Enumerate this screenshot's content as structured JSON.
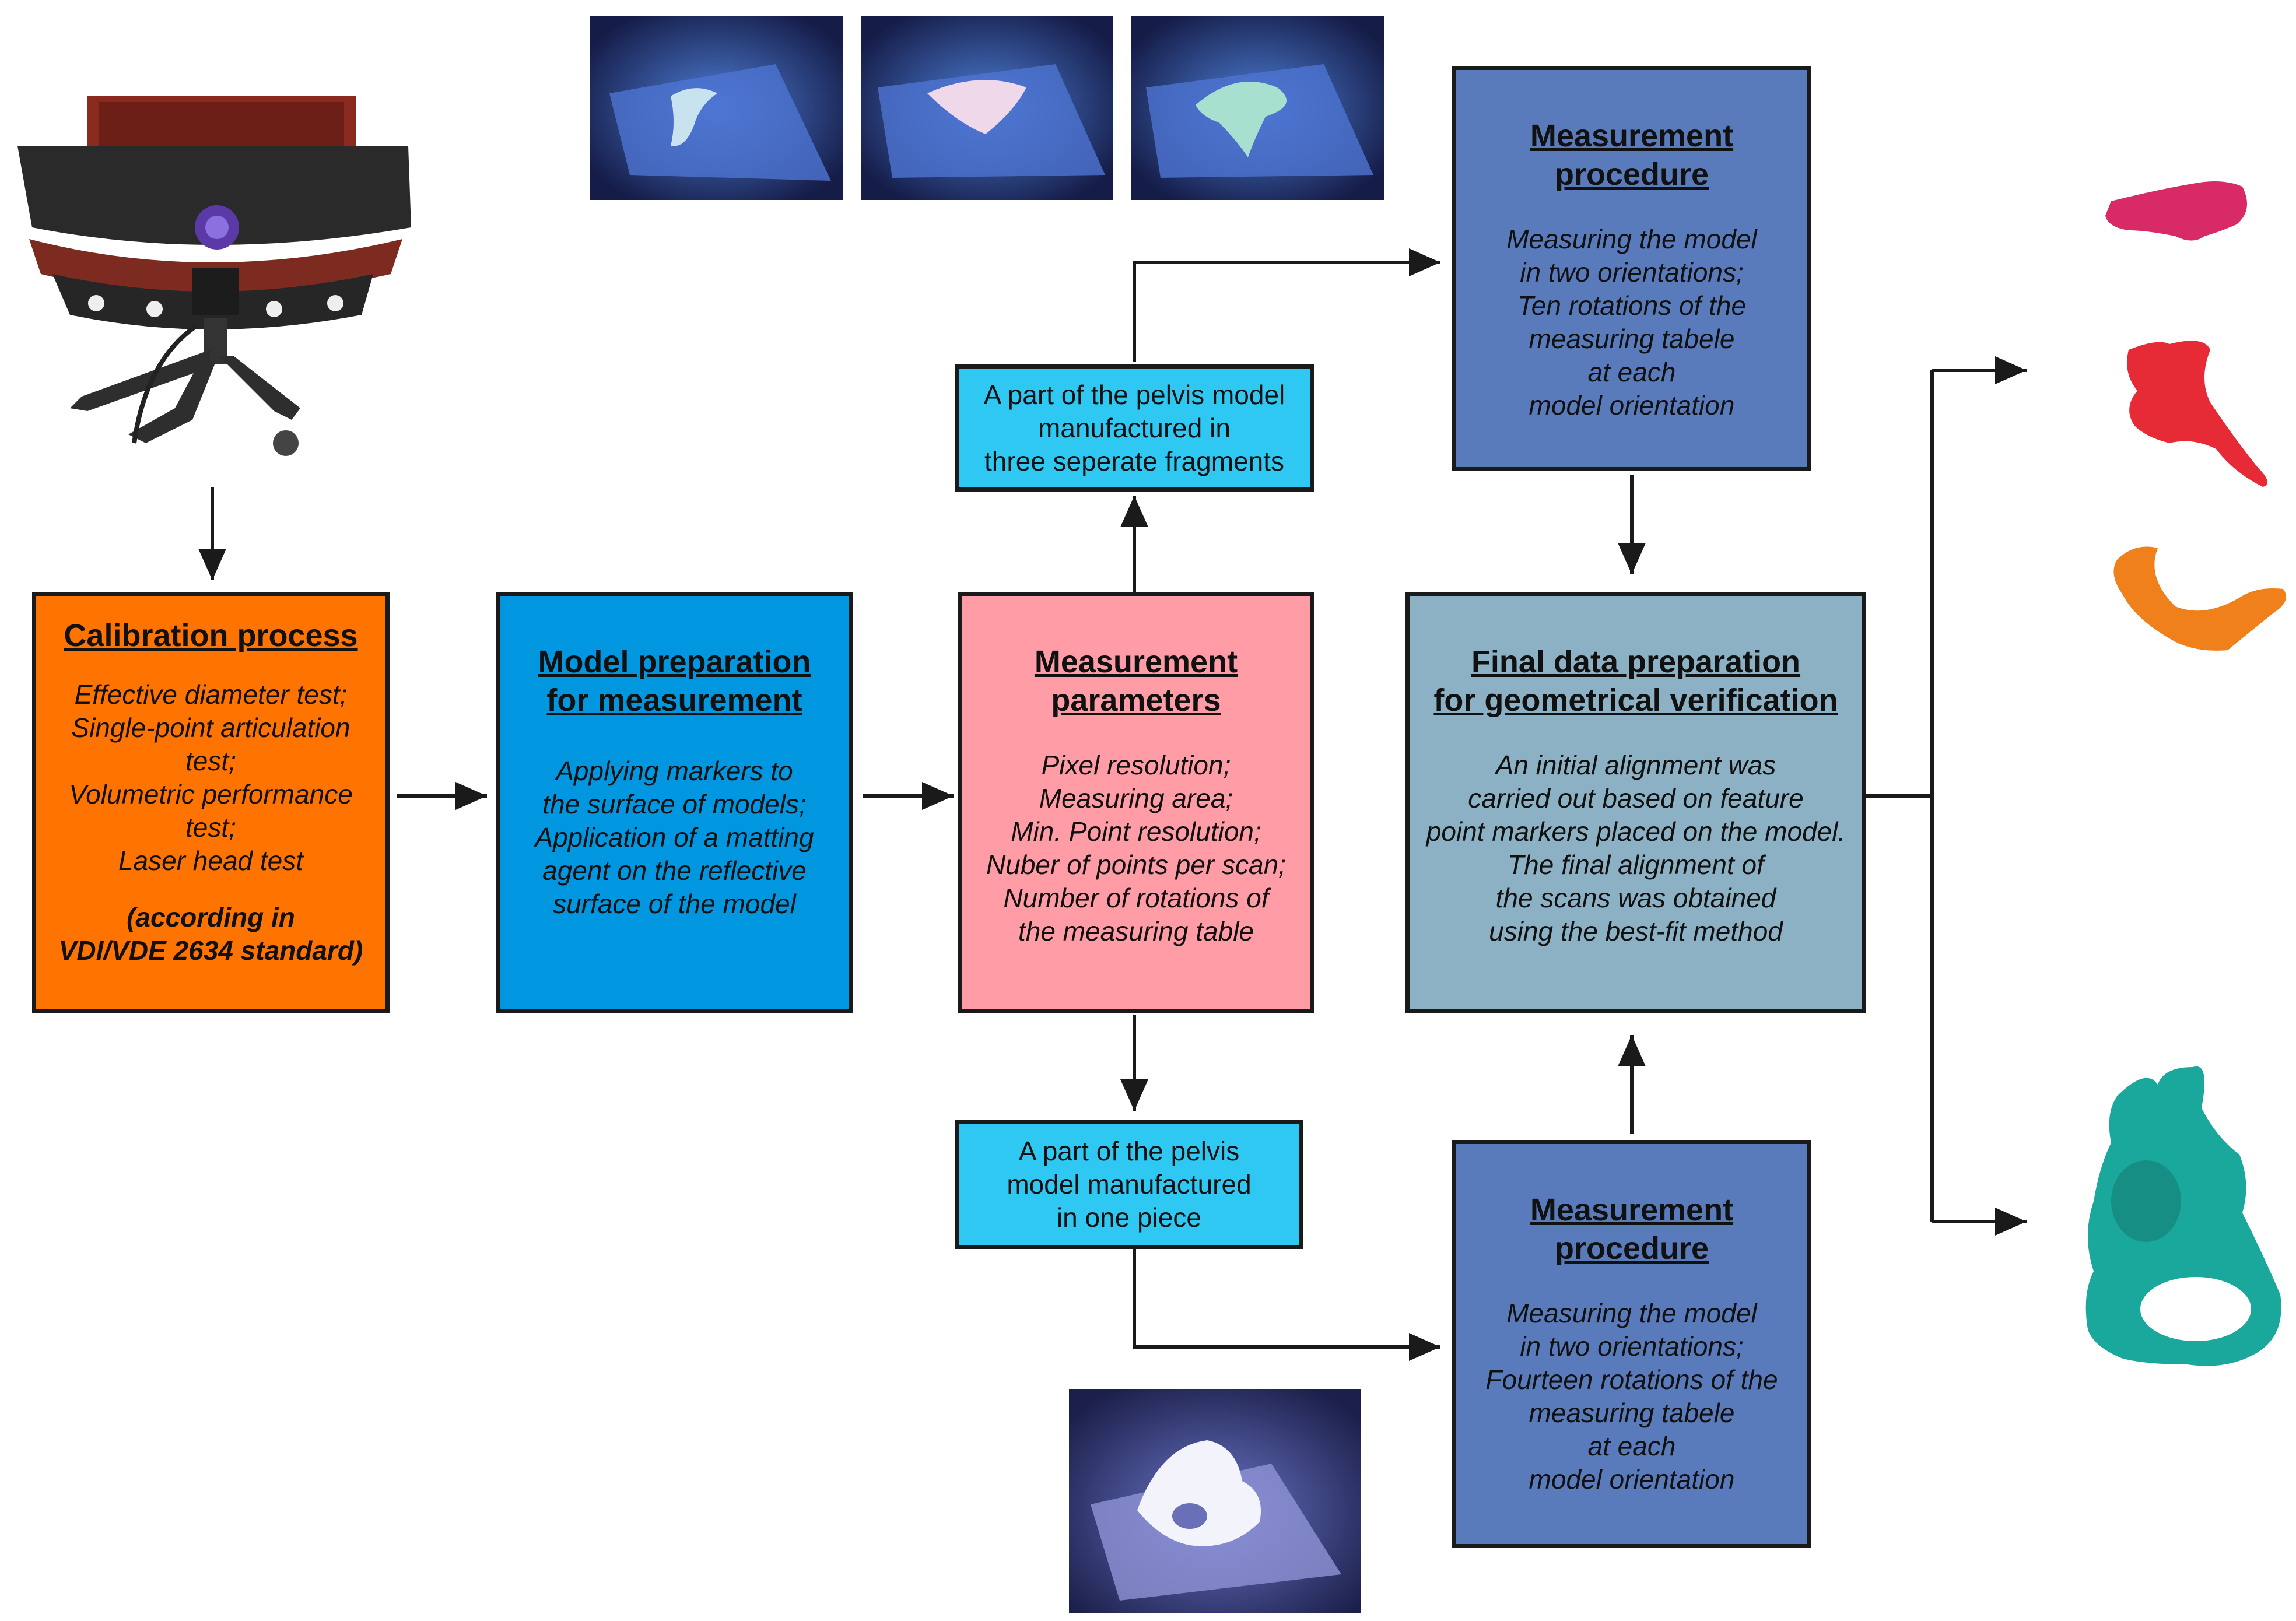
{
  "colors": {
    "calibration": "#ff7400",
    "model_prep": "#0097e0",
    "parameters": "#ff9ca6",
    "fragment": "#2ec8f2",
    "procedure": "#5a7bbb",
    "final": "#8cb0c4",
    "arrow": "#1a1a1a"
  },
  "calibration": {
    "title": "Calibration process",
    "body": "Effective diameter test;\nSingle-point articulation\ntest;\nVolumetric performance\ntest;\nLaser head test",
    "note": "(according in\nVDI/VDE 2634 standard)"
  },
  "model_prep": {
    "title": "Model preparation\nfor measurement",
    "body": "Applying markers to\nthe surface of models;\nApplication of a matting\nagent on the reflective\nsurface of the model"
  },
  "parameters": {
    "title": "Measurement\nparameters",
    "body": "Pixel resolution;\nMeasuring area;\nMin. Point resolution;\nNuber of points per scan;\nNumber of rotations of\nthe measuring table"
  },
  "fragment_three": {
    "text": "A part of the pelvis model\nmanufactured in\nthree seperate fragments"
  },
  "fragment_one": {
    "text": "A part of the pelvis\nmodel manufactured\nin one piece"
  },
  "procedure_top": {
    "title": "Measurement\nprocedure",
    "body": "Measuring the model\nin two orientations;\nTen rotations of the\nmeasuring tabele\nat each\nmodel orientation"
  },
  "procedure_bottom": {
    "title": "Measurement\nprocedure",
    "body": "Measuring the model\nin two orientations;\nFourteen rotations of the\nmeasuring tabele\nat each\nmodel orientation"
  },
  "final": {
    "title": "Final data preparation\nfor geometrical verification",
    "body": "An initial alignment was\ncarried out based on feature\npoint markers placed on the model.\nThe final alignment of\nthe scans was obtained\nusing the best-fit method"
  }
}
